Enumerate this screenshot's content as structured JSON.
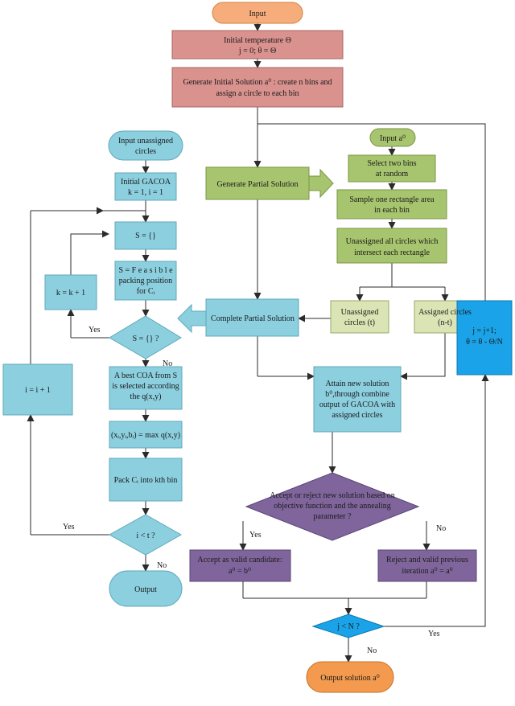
{
  "colors": {
    "orange_terminal": "#f6ad7b",
    "orange_terminal_dark": "#f39a4f",
    "red_box": "#d9928e",
    "green_box": "#a7c46e",
    "green_light": "#dbe4b4",
    "blue_box": "#8ccfdf",
    "bright_blue": "#1aa3e8",
    "purple": "#7f659b",
    "edge": "#2b2b2b"
  },
  "nodes": {
    "input": [
      "Input"
    ],
    "init_temp": [
      "Initial temperature Θ",
      "j = 0; θ = Θ"
    ],
    "gen_initial": [
      "Generate Initial Solution a⁰ : create n bins and",
      "assign a circle to each bin"
    ],
    "input_unassigned": [
      "Input unassigned",
      "circles"
    ],
    "init_gacoa": [
      "Initial GACOA",
      "k = 1, i = 1"
    ],
    "s_empty": [
      "S = {}"
    ],
    "s_feasible": [
      "S = F e a s i b l e",
      "packing position",
      "for Cᵢ"
    ],
    "k_update": [
      "k = k + 1"
    ],
    "s_check": [
      "S = {} ?"
    ],
    "best_coa": [
      "A best COA from S",
      "is selected according",
      "the q(x,y)"
    ],
    "max_q": [
      "(xᵢ,yᵢ,bᵢ) = max q(x,y)"
    ],
    "pack": [
      "Pack Cᵢ into kth bin"
    ],
    "i_update": [
      "i = i + 1"
    ],
    "i_check": [
      "i < t ?"
    ],
    "output": [
      "Output"
    ],
    "gen_partial": [
      "Generate Partial Solution"
    ],
    "input_a0": [
      "Input a⁰"
    ],
    "select_bins": [
      "Select two bins",
      "at random"
    ],
    "sample_rect": [
      "Sample one rectangle area",
      "in each bin"
    ],
    "unassign_all": [
      "Unassigned all circles which",
      "intersect each rectangle"
    ],
    "complete_partial": [
      "Complete Partial Solution"
    ],
    "unassigned_t": [
      "Unassigned",
      "circles (t)"
    ],
    "assigned_nt": [
      "Assigned circles",
      "(n-t)"
    ],
    "attain_new": [
      "Attain new solution",
      "b⁰,through combine",
      "output of GACOA with",
      "assigned circles"
    ],
    "j_update": [
      "j = j+1;",
      "θ = θ - Θ/N"
    ],
    "accept_reject": [
      "Accept or reject new solution based on",
      "objective function and the annealing",
      "parameter ?"
    ],
    "accept_valid": [
      "Accept as valid candidate:",
      "a⁰ = b⁰"
    ],
    "reject_valid": [
      "Reject and valid previous",
      "iteration a⁰ = a⁰"
    ],
    "j_check": [
      "j < N ?"
    ],
    "output_solution": [
      "Output solution a⁰"
    ]
  },
  "edge_labels": {
    "yes_s_check": "Yes",
    "no_s_check": "No",
    "yes_i_check": "Yes",
    "no_i_check": "No",
    "yes_accept": "Yes",
    "no_accept": "No",
    "yes_j_check": "Yes",
    "no_j_check": "No"
  }
}
